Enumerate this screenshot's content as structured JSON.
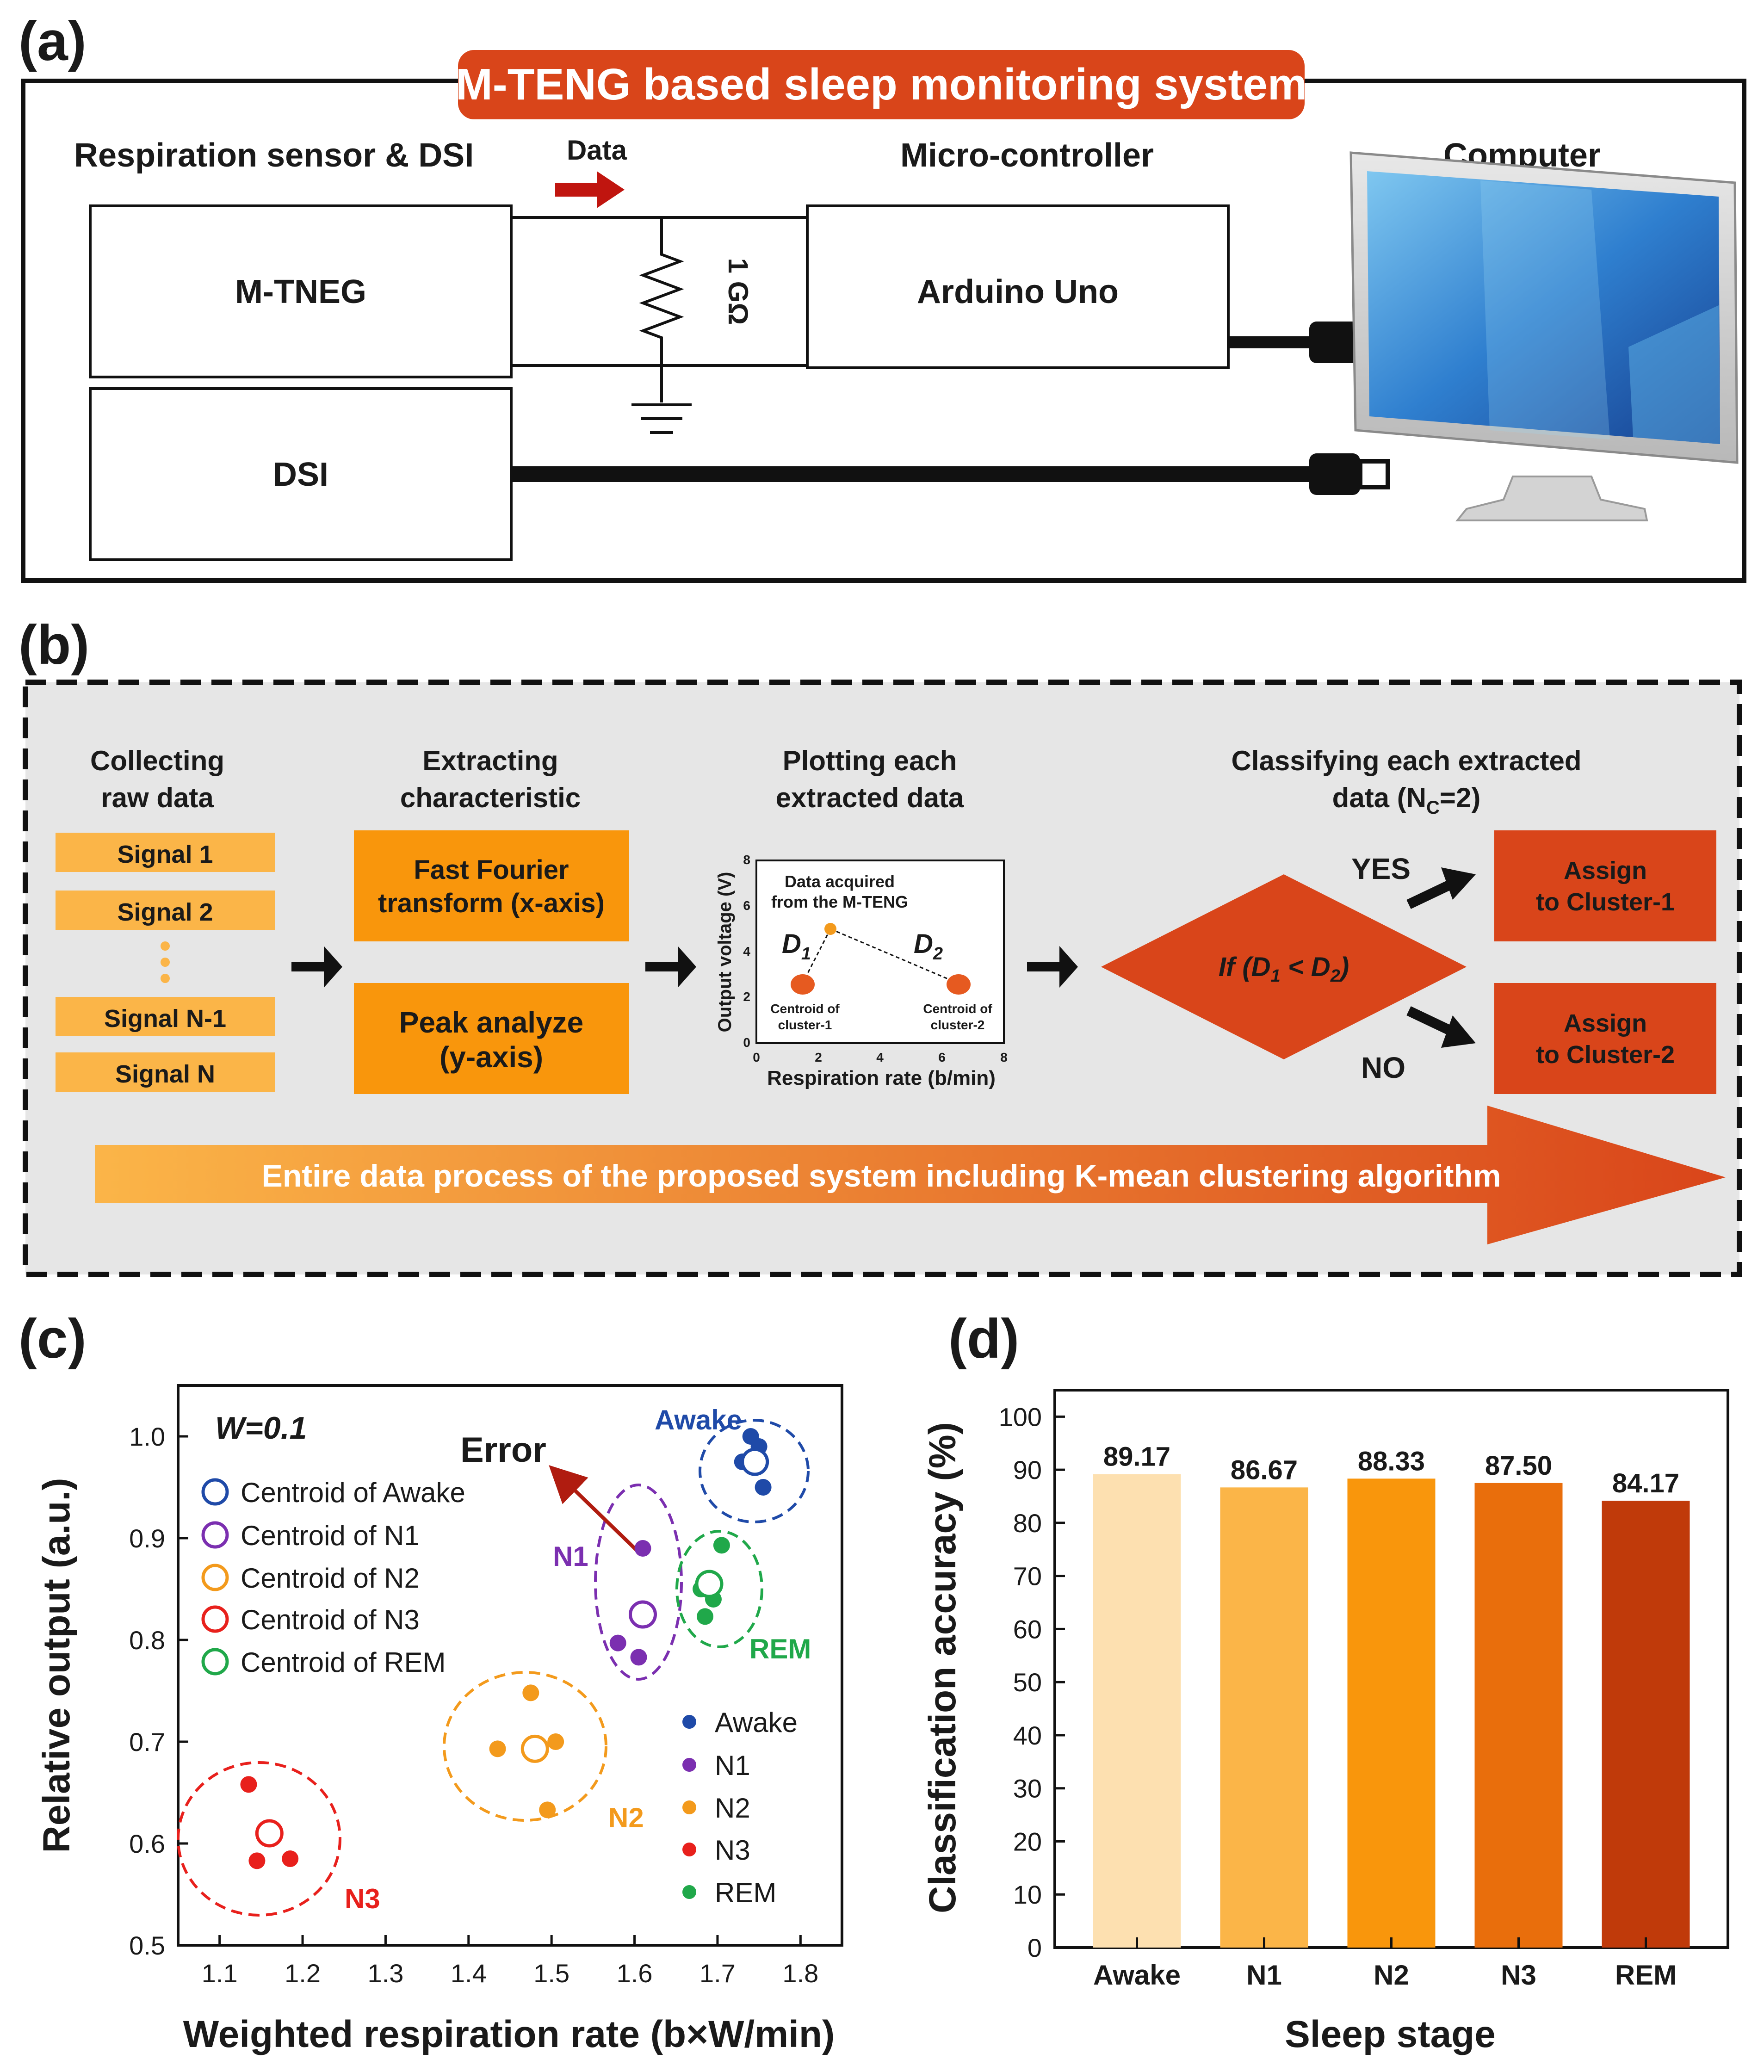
{
  "panels": {
    "a": "(a)",
    "b": "(b)",
    "c": "(c)",
    "d": "(d)"
  },
  "panel_a": {
    "title": "M-TENG based sleep monitoring system",
    "section_sensor": "Respiration sensor & DSI",
    "data_label": "Data",
    "section_controller": "Micro-controller",
    "section_computer": "Computer",
    "box_mteng": "M-TNEG",
    "box_dsi": "DSI",
    "box_arduino": "Arduino Uno",
    "resistor": "1 GΩ"
  },
  "panel_b": {
    "step1_title_1": "Collecting",
    "step1_title_2": "raw data",
    "signals": [
      "Signal 1",
      "Signal 2",
      "Signal N-1",
      "Signal N"
    ],
    "step2_title_1": "Extracting",
    "step2_title_2": "characteristic",
    "fft_1": "Fast Fourier",
    "fft_2": "transform (x-axis)",
    "peak_1": "Peak analyze",
    "peak_2": "(y-axis)",
    "step3_title_1": "Plotting each",
    "step3_title_2": "extracted data",
    "mini_plot": {
      "ylabel": "Output voltage (V)",
      "xlabel": "Respiration rate (b/min)",
      "ticks": [
        "0",
        "2",
        "4",
        "6",
        "8"
      ],
      "note_1": "Data acquired",
      "note_2": "from the M-TENG",
      "d1": "D",
      "d1_sub": "1",
      "d2": "D",
      "d2_sub": "2",
      "c1_1": "Centroid of",
      "c1_2": "cluster-1",
      "c2_1": "Centroid of",
      "c2_2": "cluster-2"
    },
    "step4_title_1": "Classifying each extracted",
    "step4_title_2": "data (N",
    "step4_sub": "C",
    "step4_tail": "=2)",
    "condition": "If (D",
    "condition_sub1": "1",
    "condition_mid": " < D",
    "condition_sub2": "2",
    "condition_end": ")",
    "yes": "YES",
    "no": "NO",
    "cluster1_1": "Assign",
    "cluster1_2": "to Cluster-1",
    "cluster2_1": "Assign",
    "cluster2_2": "to Cluster-2",
    "banner": "Entire data process of the proposed system including K-mean clustering algorithm"
  },
  "panel_c": {
    "w_label": "W=0.1",
    "error_label": "Error",
    "xlabel": "Weighted respiration rate (b×W/min)",
    "ylabel": "Relative output (a.u.)",
    "x_ticks": [
      "1.1",
      "1.2",
      "1.3",
      "1.4",
      "1.5",
      "1.6",
      "1.7",
      "1.8"
    ],
    "y_ticks": [
      "0.5",
      "0.6",
      "0.7",
      "0.8",
      "0.9",
      "1.0"
    ],
    "legend_centroids": [
      "Centroid of Awake",
      "Centroid of N1",
      "Centroid of N2",
      "Centroid of N3",
      "Centroid of REM"
    ],
    "legend_points": [
      "Awake",
      "N1",
      "N2",
      "N3",
      "REM"
    ],
    "cluster_labels": [
      "Awake",
      "N1",
      "N2",
      "N3",
      "REM"
    ]
  },
  "chart_data": [
    {
      "type": "scatter",
      "xlabel": "Weighted respiration rate (b×W/min)",
      "ylabel": "Relative output (a.u.)",
      "xlim": [
        1.05,
        1.85
      ],
      "ylim": [
        0.5,
        1.05
      ],
      "series": [
        {
          "name": "Awake",
          "color": "#1f4aa8",
          "points": [
            [
              1.74,
              1.0
            ],
            [
              1.73,
              0.975
            ],
            [
              1.75,
              0.99
            ],
            [
              1.755,
              0.95
            ]
          ],
          "centroid": [
            1.745,
            0.975
          ]
        },
        {
          "name": "N1",
          "color": "#7b2fb0",
          "points": [
            [
              1.61,
              0.89
            ],
            [
              1.615,
              0.827
            ],
            [
              1.58,
              0.797
            ],
            [
              1.605,
              0.783
            ]
          ],
          "centroid": [
            1.61,
            0.825
          ]
        },
        {
          "name": "N2",
          "color": "#f39a1c",
          "points": [
            [
              1.475,
              0.748
            ],
            [
              1.435,
              0.693
            ],
            [
              1.505,
              0.7
            ],
            [
              1.495,
              0.633
            ]
          ],
          "centroid": [
            1.48,
            0.693
          ]
        },
        {
          "name": "N3",
          "color": "#e8201c",
          "points": [
            [
              1.135,
              0.658
            ],
            [
              1.16,
              0.61
            ],
            [
              1.145,
              0.583
            ],
            [
              1.185,
              0.585
            ]
          ],
          "centroid": [
            1.16,
            0.61
          ]
        },
        {
          "name": "REM",
          "color": "#20a84a",
          "points": [
            [
              1.705,
              0.893
            ],
            [
              1.68,
              0.85
            ],
            [
              1.695,
              0.84
            ],
            [
              1.685,
              0.823
            ]
          ],
          "centroid": [
            1.69,
            0.855
          ]
        }
      ]
    },
    {
      "type": "bar",
      "xlabel": "Sleep stage",
      "ylabel": "Classification accuracy (%)",
      "categories": [
        "Awake",
        "N1",
        "N2",
        "N3",
        "REM"
      ],
      "values": [
        89.17,
        86.67,
        88.33,
        87.5,
        84.17
      ],
      "value_labels": [
        "89.17",
        "86.67",
        "88.33",
        "87.50",
        "84.17"
      ],
      "colors": [
        "#fde0b0",
        "#fbb548",
        "#f9960c",
        "#e96e0c",
        "#c03a0a"
      ],
      "ylim": [
        0,
        105
      ],
      "y_ticks": [
        "0",
        "10",
        "20",
        "30",
        "40",
        "50",
        "60",
        "70",
        "80",
        "90",
        "100"
      ]
    }
  ]
}
